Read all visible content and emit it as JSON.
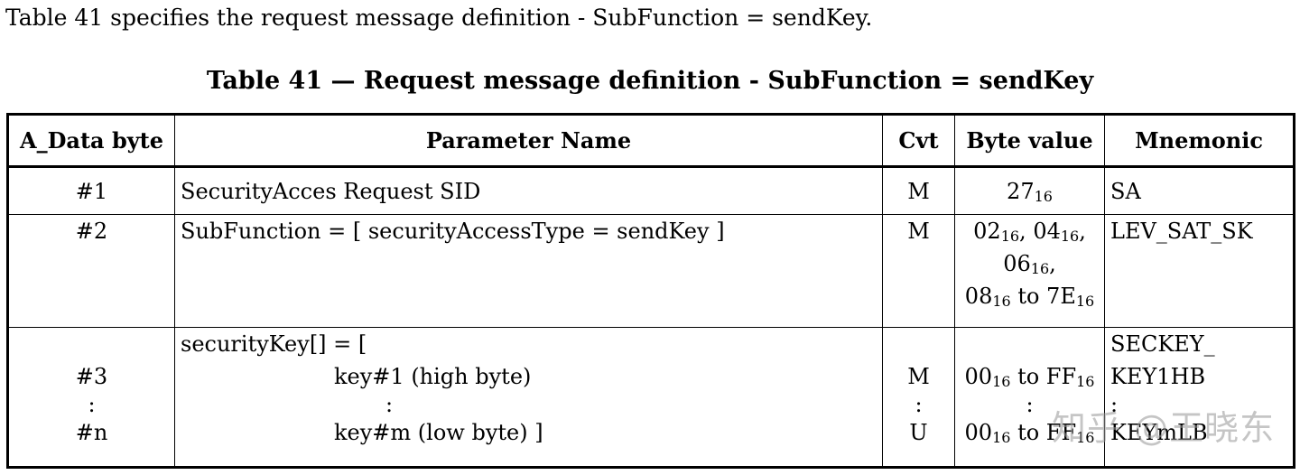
{
  "intro_text": "Table 41 specifies the request message definition - SubFunction = sendKey.",
  "table_caption": "Table 41 — Request message definition - SubFunction = sendKey",
  "columns": {
    "a_data_byte": "A_Data byte",
    "parameter_name": "Parameter Name",
    "cvt": "Cvt",
    "byte_value": "Byte value",
    "mnemonic": "Mnemonic"
  },
  "rows": [
    {
      "byte": "#1",
      "param": "SecurityAcces Request SID",
      "cvt": "M",
      "value": {
        "num": "27",
        "sub": "16"
      },
      "mnemonic": "SA"
    },
    {
      "byte": "#2",
      "param": "SubFunction = [ securityAccessType = sendKey ]",
      "cvt": "M",
      "values": [
        {
          "num": "02",
          "sub": "16",
          "sep": ", "
        },
        {
          "num": "04",
          "sub": "16",
          "sep": ","
        },
        {
          "num": "06",
          "sub": "16",
          "sep": ","
        },
        {
          "num": "08",
          "sub": "16",
          "mid": " to 7E",
          "sub2": "16"
        }
      ],
      "mnemonic": "LEV_SAT_SK"
    },
    {
      "bytes": [
        "#3",
        ":",
        "#n"
      ],
      "param_lines": [
        "securityKey[] = [",
        "key#1 (high byte)",
        ":",
        "key#m (low byte) ]"
      ],
      "cvt_lines": [
        "M",
        ":",
        "U"
      ],
      "value_lines": [
        {
          "num": "00",
          "sub": "16",
          "rest": " to FF",
          "sub2": "16"
        },
        {
          "text": ":"
        },
        {
          "num": "00",
          "sub": "16",
          "rest": " to FF",
          "sub2": "16"
        }
      ],
      "mnemonic_lines": [
        "SECKEY_",
        "KEY1HB",
        ":",
        "KEYmLB"
      ]
    }
  ],
  "watermark": "知乎 @王晓东"
}
